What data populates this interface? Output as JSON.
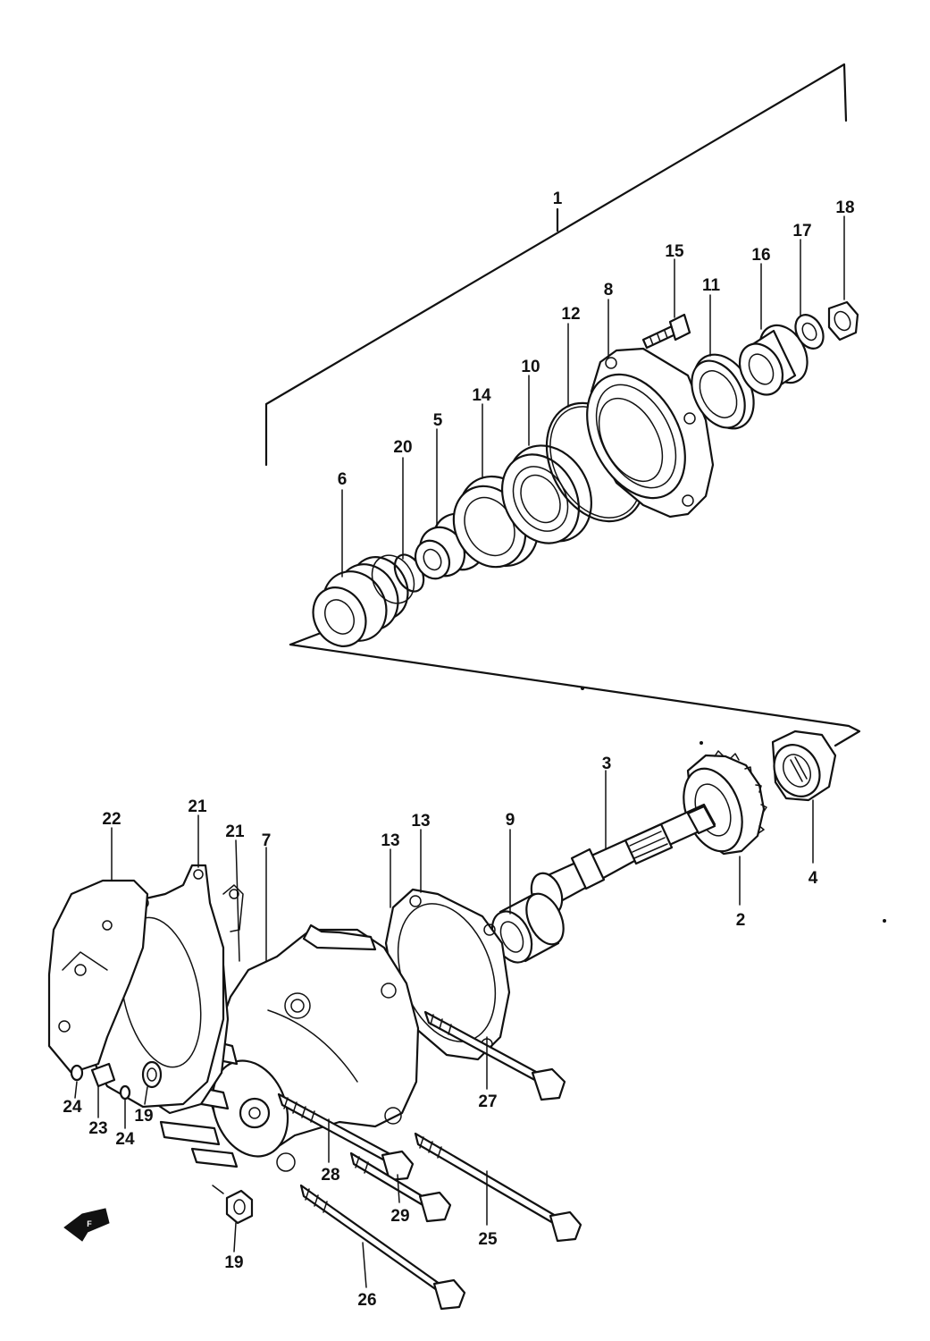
{
  "callouts": [
    {
      "id": "c1",
      "text": "1"
    },
    {
      "id": "c2",
      "text": "2"
    },
    {
      "id": "c3",
      "text": "3"
    },
    {
      "id": "c4",
      "text": "4"
    },
    {
      "id": "c5",
      "text": "5"
    },
    {
      "id": "c6",
      "text": "6"
    },
    {
      "id": "c7",
      "text": "7"
    },
    {
      "id": "c8",
      "text": "8"
    },
    {
      "id": "c9",
      "text": "9"
    },
    {
      "id": "c10",
      "text": "10"
    },
    {
      "id": "c11",
      "text": "11"
    },
    {
      "id": "c12",
      "text": "12"
    },
    {
      "id": "c13a",
      "text": "13"
    },
    {
      "id": "c13b",
      "text": "13"
    },
    {
      "id": "c14",
      "text": "14"
    },
    {
      "id": "c15",
      "text": "15"
    },
    {
      "id": "c16",
      "text": "16"
    },
    {
      "id": "c17",
      "text": "17"
    },
    {
      "id": "c18",
      "text": "18"
    },
    {
      "id": "c19a",
      "text": "19"
    },
    {
      "id": "c19b",
      "text": "19"
    },
    {
      "id": "c20",
      "text": "20"
    },
    {
      "id": "c21a",
      "text": "21"
    },
    {
      "id": "c21b",
      "text": "21"
    },
    {
      "id": "c22",
      "text": "22"
    },
    {
      "id": "c23",
      "text": "23"
    },
    {
      "id": "c24a",
      "text": "24"
    },
    {
      "id": "c24b",
      "text": "24"
    },
    {
      "id": "c25",
      "text": "25"
    },
    {
      "id": "c26",
      "text": "26"
    },
    {
      "id": "c27",
      "text": "27"
    },
    {
      "id": "c28",
      "text": "28"
    },
    {
      "id": "c29",
      "text": "29"
    }
  ],
  "icons": {
    "front_arrow": "front-direction-arrow-icon"
  },
  "colors": {
    "ink": "#111111",
    "paper": "#ffffff"
  }
}
